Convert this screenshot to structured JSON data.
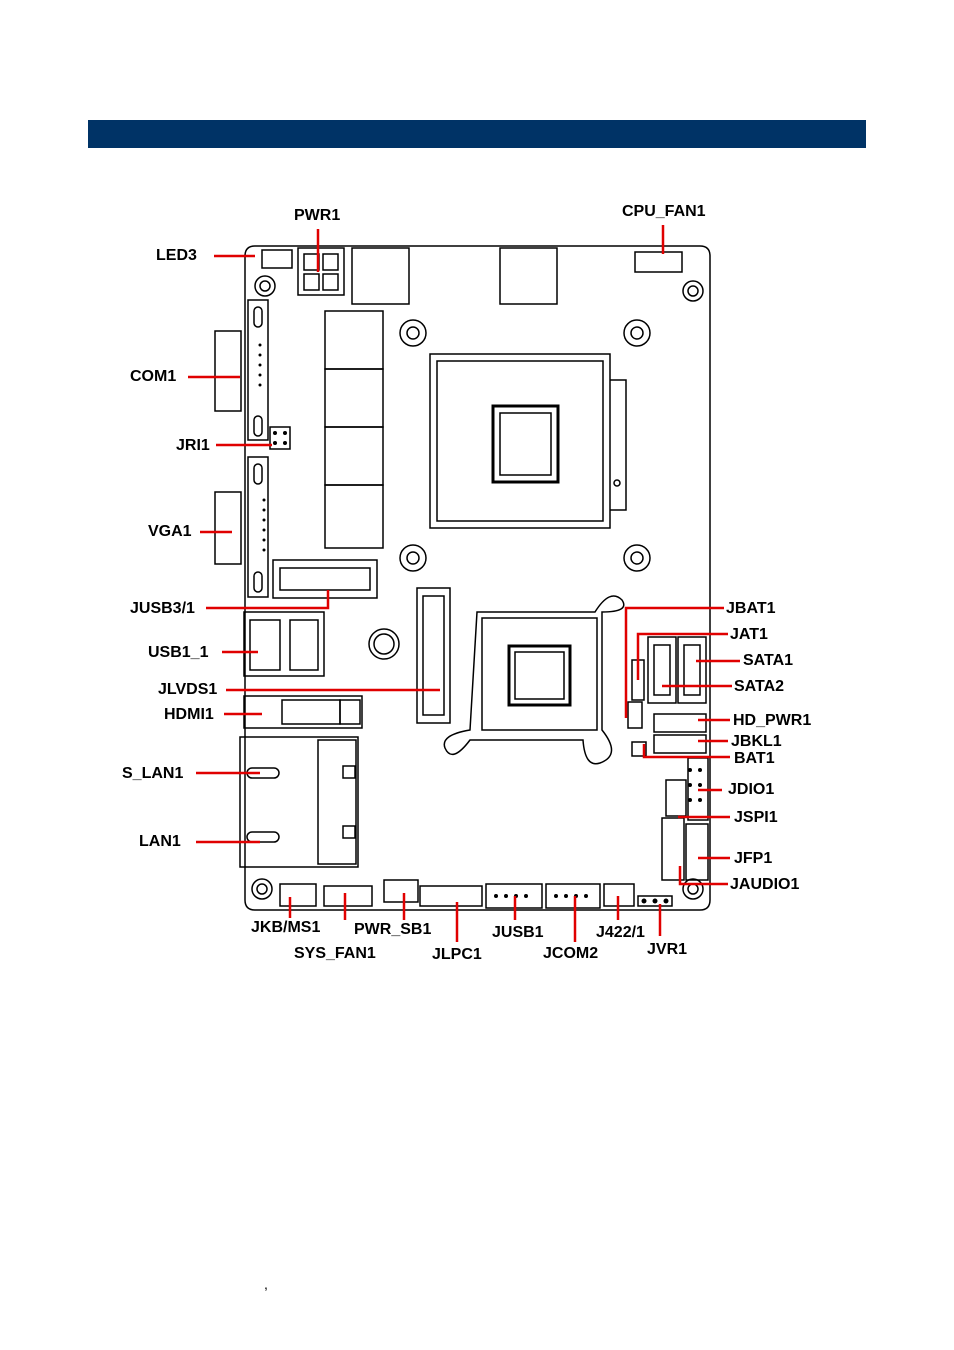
{
  "colors": {
    "header_bar": "#003366",
    "leader_line": "#e00000",
    "board_outline": "#000000",
    "label_text": "#000000"
  },
  "labels": {
    "pwr1": "PWR1",
    "cpu_fan1": "CPU_FAN1",
    "led3": "LED3",
    "com1": "COM1",
    "jri1": "JRI1",
    "vga1": "VGA1",
    "jusb3_1": "JUSB3/1",
    "usb1_1": "USB1_1",
    "jlvds1": "JLVDS1",
    "hdmi1": "HDMI1",
    "s_lan1": "S_LAN1",
    "lan1": "LAN1",
    "jkb_ms1": "JKB/MS1",
    "sys_fan1": "SYS_FAN1",
    "pwr_sb1": "PWR_SB1",
    "jlpc1": "JLPC1",
    "jusb1": "JUSB1",
    "jcom2": "JCOM2",
    "j422_1": "J422/1",
    "jvr1": "JVR1",
    "jbat1": "JBAT1",
    "jat1": "JAT1",
    "sata1": "SATA1",
    "sata2": "SATA2",
    "hd_pwr1": "HD_PWR1",
    "jbkl1": "JBKL1",
    "bat1": "BAT1",
    "jdio1": "JDIO1",
    "jspi1": "JSPI1",
    "jfp1": "JFP1",
    "jaudio1": "JAUDIO1"
  },
  "footer": {
    "stray_mark": ","
  }
}
